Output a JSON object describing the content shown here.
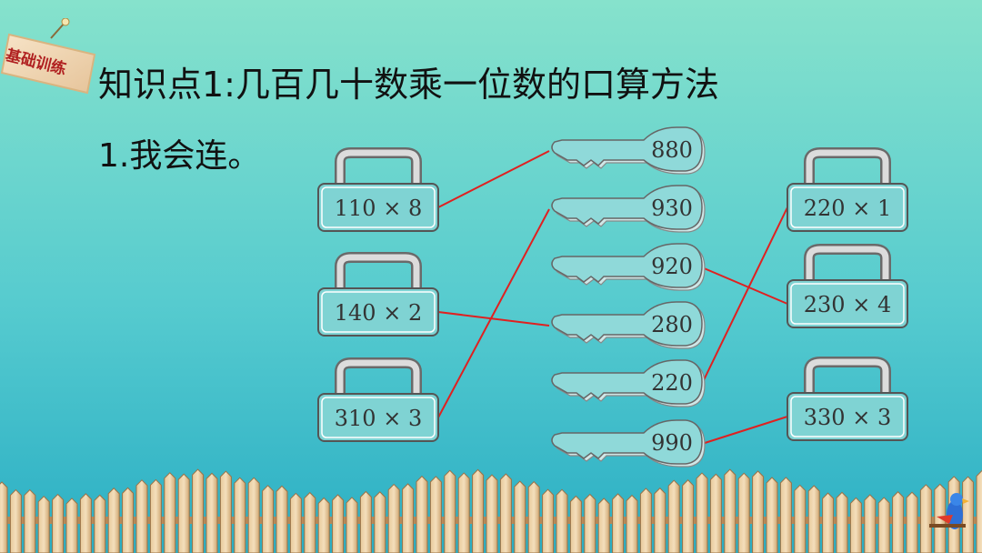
{
  "tag": {
    "label": "基础训练"
  },
  "heading": {
    "title": "知识点1:几百几十数乘一位数的口算方法",
    "instruction": "1.我会连。"
  },
  "left_locks": [
    {
      "expr": "110 × 8"
    },
    {
      "expr": "140 × 2"
    },
    {
      "expr": "310 × 3"
    }
  ],
  "keys": [
    {
      "value": "880"
    },
    {
      "value": "930"
    },
    {
      "value": "920"
    },
    {
      "value": "280"
    },
    {
      "value": "220"
    },
    {
      "value": "990"
    }
  ],
  "right_locks": [
    {
      "expr": "220 × 1"
    },
    {
      "expr": "230 × 4"
    },
    {
      "expr": "330 × 3"
    }
  ],
  "connections": [
    {
      "from": "left_locks.0",
      "to": "keys.0"
    },
    {
      "from": "left_locks.1",
      "to": "keys.3"
    },
    {
      "from": "left_locks.2",
      "to": "keys.1"
    },
    {
      "from": "right_locks.0",
      "to": "keys.4"
    },
    {
      "from": "right_locks.1",
      "to": "keys.2"
    },
    {
      "from": "right_locks.2",
      "to": "keys.5"
    }
  ],
  "colors": {
    "lock_fill": "#7fd6d6",
    "line": "#e02020",
    "bg_top": "#7ee0c8",
    "bg_bottom": "#2fb3c6"
  }
}
